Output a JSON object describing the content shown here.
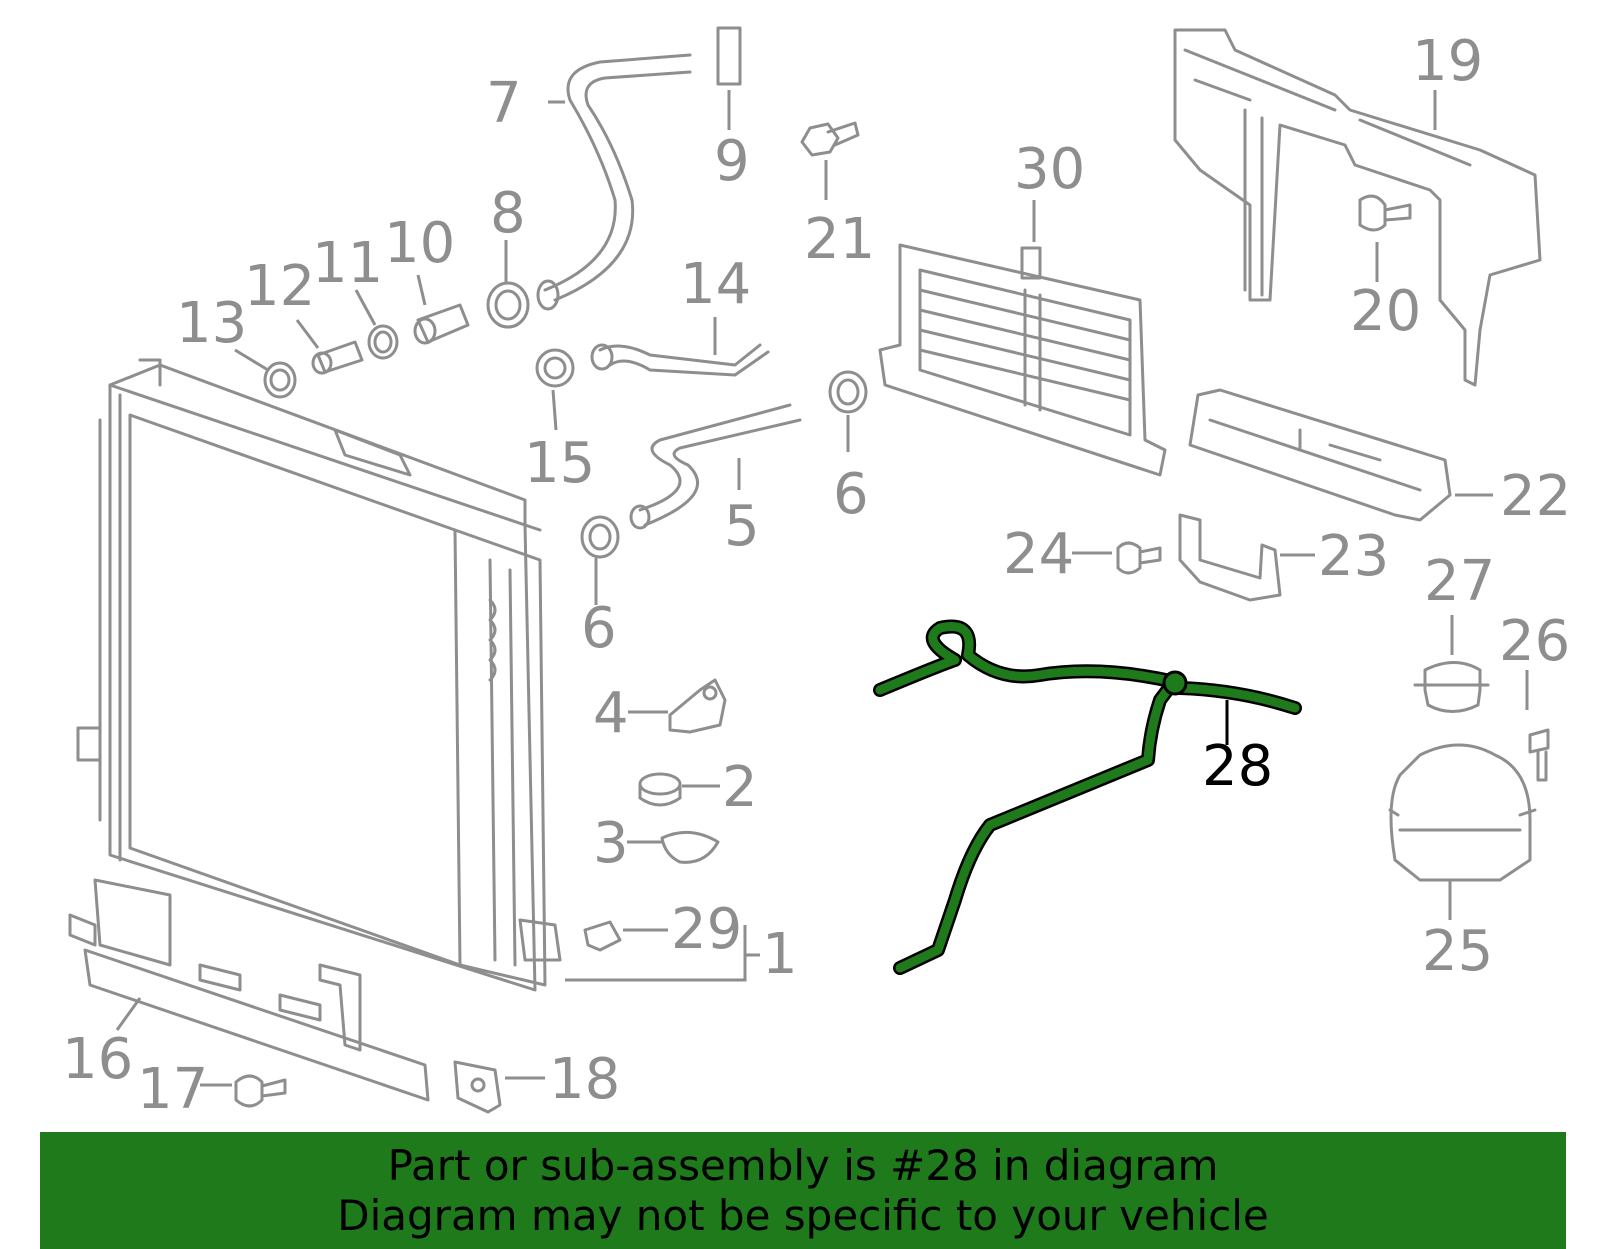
{
  "diagram": {
    "highlight_color": "#1e7a1a",
    "line_color": "#8e8e8e",
    "highlighted_callout": "28",
    "callouts": [
      {
        "id": "c1",
        "label": "1"
      },
      {
        "id": "c2",
        "label": "2"
      },
      {
        "id": "c3",
        "label": "3"
      },
      {
        "id": "c4",
        "label": "4"
      },
      {
        "id": "c5",
        "label": "5"
      },
      {
        "id": "c6a",
        "label": "6"
      },
      {
        "id": "c6b",
        "label": "6"
      },
      {
        "id": "c7",
        "label": "7"
      },
      {
        "id": "c8",
        "label": "8"
      },
      {
        "id": "c9",
        "label": "9"
      },
      {
        "id": "c10",
        "label": "10"
      },
      {
        "id": "c11",
        "label": "11"
      },
      {
        "id": "c12",
        "label": "12"
      },
      {
        "id": "c13",
        "label": "13"
      },
      {
        "id": "c14",
        "label": "14"
      },
      {
        "id": "c15",
        "label": "15"
      },
      {
        "id": "c16",
        "label": "16"
      },
      {
        "id": "c17",
        "label": "17"
      },
      {
        "id": "c18",
        "label": "18"
      },
      {
        "id": "c19",
        "label": "19"
      },
      {
        "id": "c20",
        "label": "20"
      },
      {
        "id": "c21",
        "label": "21"
      },
      {
        "id": "c22",
        "label": "22"
      },
      {
        "id": "c23",
        "label": "23"
      },
      {
        "id": "c24",
        "label": "24"
      },
      {
        "id": "c25",
        "label": "25"
      },
      {
        "id": "c26",
        "label": "26"
      },
      {
        "id": "c27",
        "label": "27"
      },
      {
        "id": "c28",
        "label": "28"
      },
      {
        "id": "c29",
        "label": "29"
      },
      {
        "id": "c30",
        "label": "30"
      }
    ]
  },
  "banner": {
    "line1": "Part or sub-assembly is #28 in diagram",
    "line2": "Diagram may not be specific to your vehicle",
    "background": "#1e7a1a"
  }
}
